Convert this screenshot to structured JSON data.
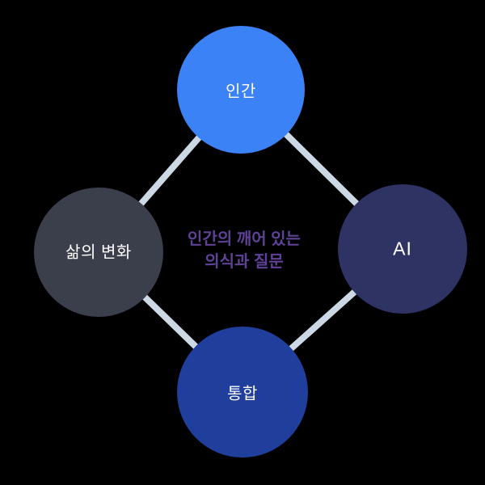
{
  "diagram": {
    "background_color": "#000000",
    "connector_color": "#CDD8E5",
    "label_text_color": "#FFFFFF",
    "nodes": {
      "top": {
        "label": "인간",
        "color": "#3B82F6"
      },
      "left": {
        "label": "삶의 변화",
        "color": "#3B3E4B"
      },
      "right": {
        "label": "AI",
        "color": "#2E3364"
      },
      "bottom": {
        "label": "통합",
        "color": "#203E9C"
      }
    },
    "edges": [
      {
        "from": "top",
        "to": "left"
      },
      {
        "from": "top",
        "to": "right"
      },
      {
        "from": "left",
        "to": "bottom"
      },
      {
        "from": "right",
        "to": "bottom"
      }
    ],
    "center_caption": {
      "line1": "인간의 깨어 있는",
      "line2": "의식과 질문",
      "color": "#5F4296"
    }
  }
}
